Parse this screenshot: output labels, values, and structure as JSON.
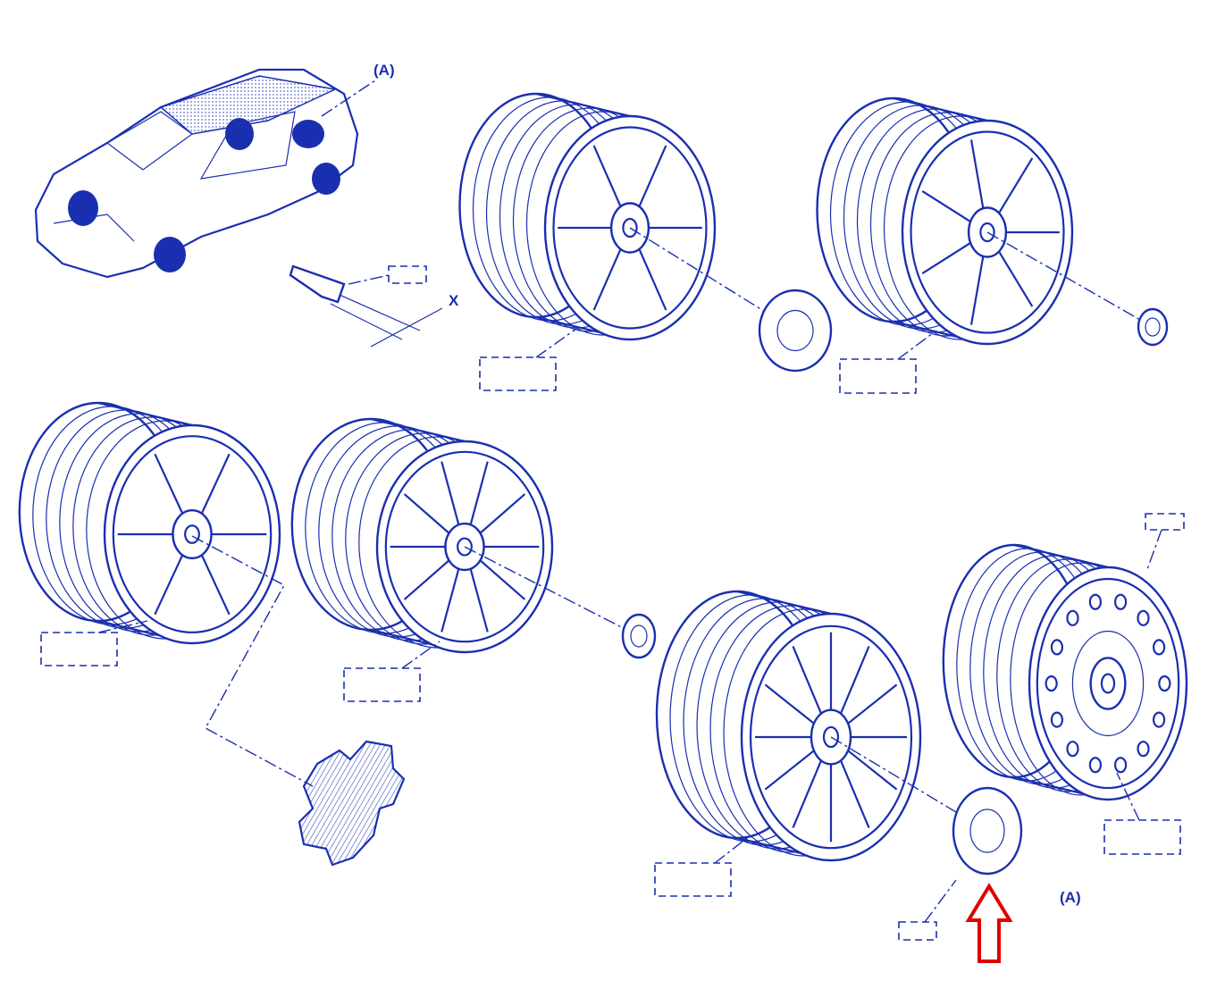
{
  "diagram": {
    "labels": {
      "callout_a_top": "(A)",
      "callout_a_bottom": "(A)",
      "dimension_x": "X"
    },
    "colors": {
      "line": "#1a2fb0",
      "highlight_arrow": "#e00000"
    },
    "parts": [
      {
        "name": "vehicle"
      },
      {
        "name": "wheel-bolt"
      },
      {
        "name": "alloy-wheel-6-spoke"
      },
      {
        "name": "alloy-wheel-star"
      },
      {
        "name": "alloy-wheel-curved-spoke"
      },
      {
        "name": "alloy-wheel-multi-spoke"
      },
      {
        "name": "steel-wheel-with-trim"
      },
      {
        "name": "steel-wheel"
      },
      {
        "name": "center-caps"
      }
    ]
  }
}
